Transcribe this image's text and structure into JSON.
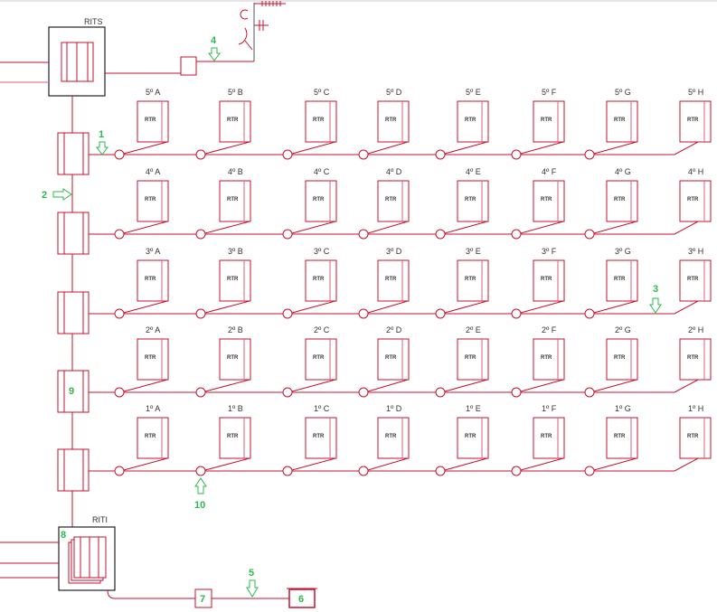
{
  "diagram": {
    "rits_label": "RITS",
    "riti_label": "RITI",
    "rtr_label": "RTR",
    "floors": [
      {
        "level": "5º",
        "units": [
          "5º A",
          "5º B",
          "5º C",
          "5º D",
          "5º E",
          "5º F",
          "5º G",
          "5º H"
        ]
      },
      {
        "level": "4º",
        "units": [
          "4º A",
          "4º B",
          "4º C",
          "4º D",
          "4º E",
          "4º F",
          "4º G",
          "4º H"
        ]
      },
      {
        "level": "3º",
        "units": [
          "3º A",
          "3º B",
          "3º C",
          "3º D",
          "3º E",
          "3º F",
          "3º G",
          "3º H"
        ]
      },
      {
        "level": "2º",
        "units": [
          "2º A",
          "2º B",
          "2º C",
          "2º D",
          "2º E",
          "2º F",
          "2º G",
          "2º H"
        ]
      },
      {
        "level": "1º",
        "units": [
          "1º A",
          "1º B",
          "1º C",
          "1º D",
          "1º E",
          "1º F",
          "1º G",
          "1º H"
        ]
      }
    ],
    "markers": {
      "m1": "1",
      "m2": "2",
      "m3": "3",
      "m4": "4",
      "m5": "5",
      "m6": "6",
      "m7": "7",
      "m8": "8",
      "m9": "9",
      "m10": "10"
    },
    "colors": {
      "line": "#c8102e",
      "line_light": "#d9607a",
      "marker": "#2db84d",
      "box_border": "#222222"
    }
  }
}
